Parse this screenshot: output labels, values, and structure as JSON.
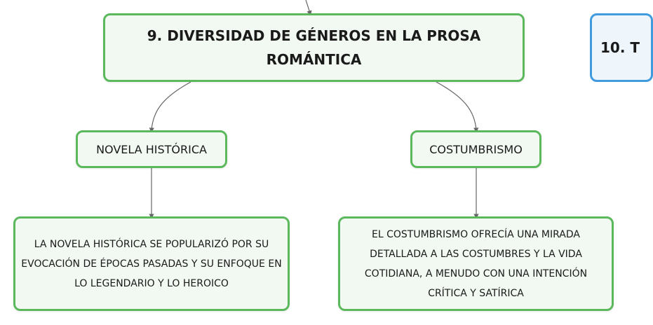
{
  "diagram": {
    "main_node": {
      "title": "9. DIVERSIDAD DE GÉNEROS EN LA PROSA ROMÁNTICA"
    },
    "next_node": {
      "title_partial": "10. T"
    },
    "branches": [
      {
        "title": "NOVELA HISTÓRICA",
        "description": "LA NOVELA HISTÓRICA SE POPULARIZÓ POR SU EVOCACIÓN DE ÉPOCAS PASADAS Y SU ENFOQUE EN LO LEGENDARIO Y LO HEROICO"
      },
      {
        "title": "COSTUMBRISMO",
        "description": "EL COSTUMBRISMO OFRECÍA UNA MIRADA DETALLADA A LAS COSTUMBRES Y LA VIDA COTIDIANA, A MENUDO CON UNA INTENCIÓN CRÍTICA Y SATÍRICA"
      }
    ],
    "colors": {
      "green_border": "#5cb85c",
      "green_fill": "#f2f9f2",
      "blue_border": "#3f9ade",
      "blue_fill": "#eef6fc",
      "connector": "#666666"
    }
  }
}
